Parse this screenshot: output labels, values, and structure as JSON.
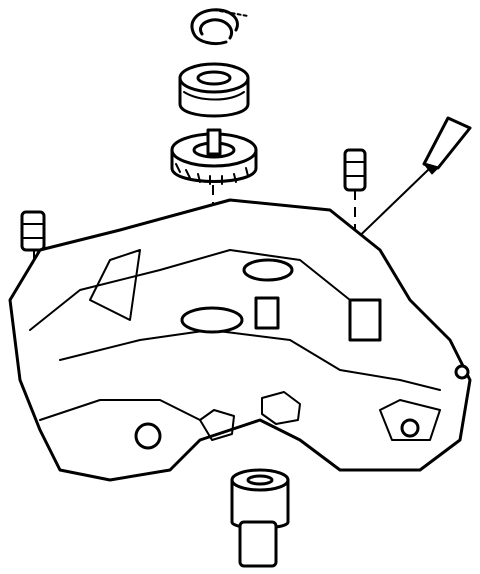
{
  "diagram": {
    "parts": [
      {
        "id": "snap-ring",
        "icon": "snap-ring-icon"
      },
      {
        "id": "bearing",
        "icon": "bearing-icon"
      },
      {
        "id": "gear",
        "icon": "gear-icon"
      },
      {
        "id": "dowel-pin-left",
        "icon": "dowel-pin-icon"
      },
      {
        "id": "dowel-pin-right",
        "icon": "dowel-pin-icon"
      },
      {
        "id": "seal-installer-tool",
        "icon": "punch-tool-icon"
      },
      {
        "id": "transfer-case-housing",
        "icon": "housing-icon"
      },
      {
        "id": "oil-pump-sleeve",
        "icon": "sleeve-icon"
      }
    ],
    "colors": {
      "ink": "#000000",
      "paper": "#ffffff"
    }
  }
}
